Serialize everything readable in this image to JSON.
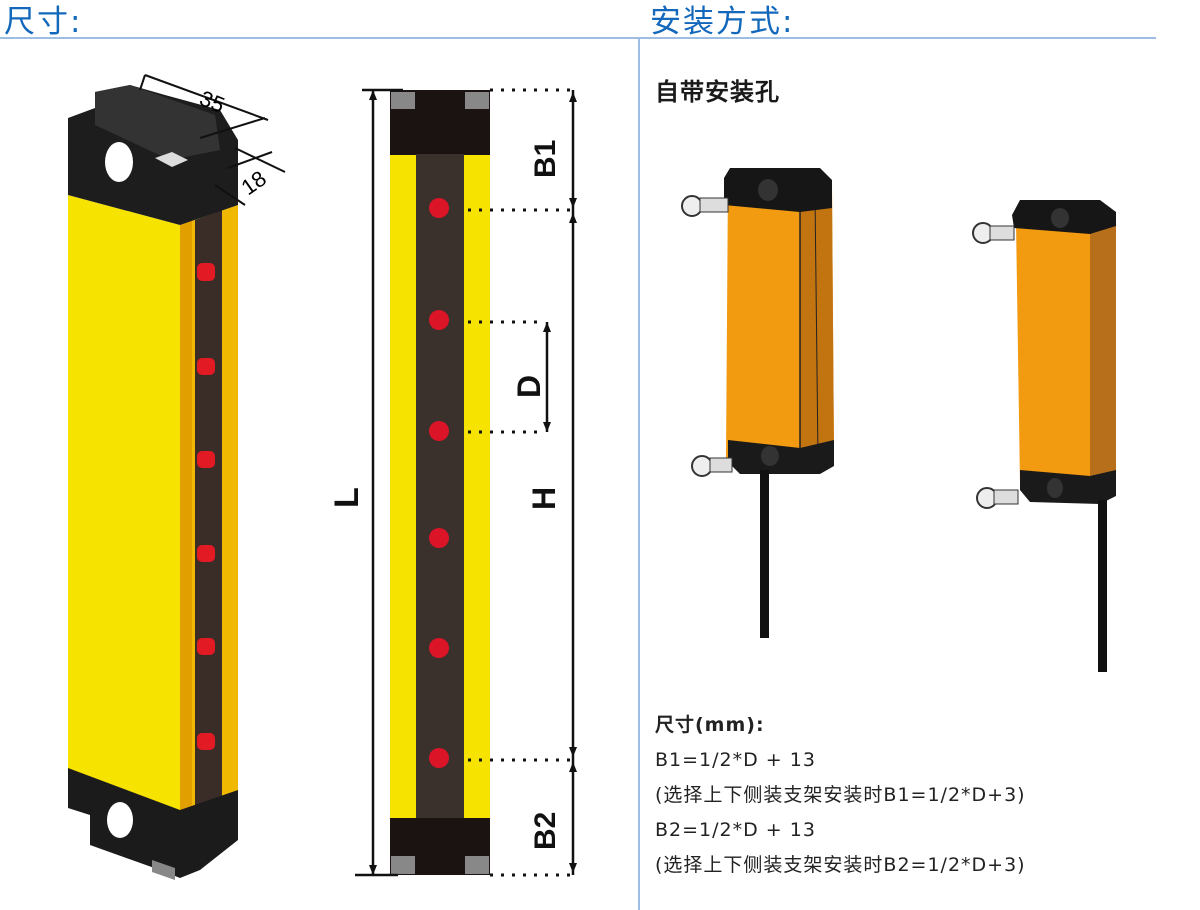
{
  "sections": {
    "dimensions_heading": "尺寸:",
    "installation_heading": "安装方式:"
  },
  "installation": {
    "subtitle": "自带安装孔",
    "spec_title": "尺寸(mm):",
    "spec_lines": [
      "B1=1/2*D + 13",
      "(选择上下侧装支架安装时B1=1/2*D+3)",
      "B2=1/2*D + 13",
      "(选择上下侧装支架安装时B2=1/2*D+3)"
    ]
  },
  "diagram": {
    "iso_view": {
      "depth_label": "35",
      "width_label": "18",
      "led_count": 6
    },
    "front_view": {
      "labels": {
        "total_length": "L",
        "protective_height": "H",
        "pitch": "D",
        "top_offset": "B1",
        "bottom_offset": "B2"
      },
      "led_count": 6
    }
  },
  "colors": {
    "heading_blue": "#1368bb",
    "rule_blue": "#9dbde3",
    "housing_yellow": "#f6d600",
    "housing_orange": "#f29a10",
    "led_red": "#e0192b",
    "cap_black": "#1c1414"
  }
}
